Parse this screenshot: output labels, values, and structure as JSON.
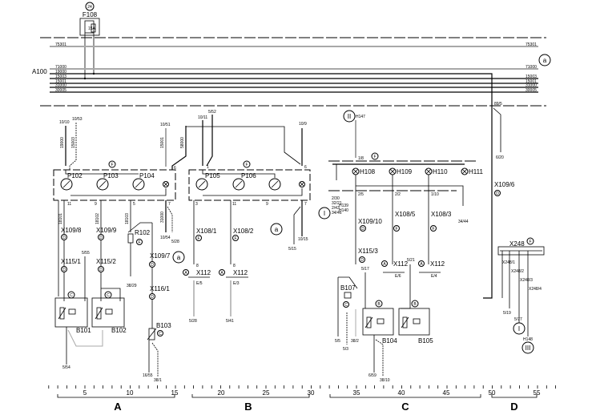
{
  "fuse": {
    "circle_label": "24",
    "name": "F108",
    "rating": "15A"
  },
  "bus": {
    "name": "A100",
    "left_labels": [
      "75301",
      "71000",
      "19000",
      "15003",
      "15001",
      "31000",
      "30005"
    ],
    "right_labels": [
      "75301",
      "71000",
      "15003",
      "15001",
      "31000",
      "30005"
    ],
    "ref_circle": "a"
  },
  "section_a": {
    "refs_top": [
      "10/10",
      "10/53",
      "10/51"
    ],
    "wires_top": [
      "19000",
      "15003",
      "15001",
      "58000"
    ],
    "cluster_label": "F",
    "gauges": [
      "P102",
      "P103",
      "P104"
    ],
    "pins": [
      "11",
      "9",
      "5",
      "7",
      "6"
    ],
    "connectors": [
      "X109/8",
      "X109/9",
      "X115/1",
      "X115/2",
      "X109/7",
      "X116/1"
    ],
    "connector_codes": [
      "D",
      "D",
      "D",
      "D",
      "D",
      "D"
    ],
    "resistor": "R102",
    "resistor_code": "F",
    "refs_bottom": [
      "10/54",
      "5/28",
      "5/55",
      "38/29",
      "5/54",
      "16/55",
      "38/1"
    ],
    "wire_codes": [
      "18101",
      "18102",
      "18103",
      "31000",
      "18100"
    ],
    "sensors": [
      "B101",
      "B102",
      "B103"
    ],
    "sensor_code": "C",
    "circle_a": "a"
  },
  "section_b": {
    "refs_top": [
      "10/11",
      "5/52",
      "10/9"
    ],
    "cluster_label": "F",
    "gauges": [
      "P105",
      "P106"
    ],
    "pins": [
      "3",
      "11",
      "9",
      "7",
      "1",
      "6"
    ],
    "connectors": [
      "X108/1",
      "X108/2"
    ],
    "connector_code": "F",
    "plug": "X112",
    "plug_code": "A",
    "plug_pins": [
      "8",
      "E/5",
      "8",
      "E/3"
    ],
    "refs_bottom": [
      "5/28",
      "5/41",
      "5/15",
      "10/15"
    ],
    "circle_a": "a",
    "circle_i": "I"
  },
  "section_c": {
    "top_circle": "II",
    "top_ref": "H147",
    "pin_top": "1/8",
    "bus_code": "F",
    "lamps": [
      "H108",
      "H109",
      "H110",
      "H111"
    ],
    "pins": [
      "2/5",
      "2/2",
      "1/10"
    ],
    "side_refs": [
      "2/30",
      "32/21",
      "2/43",
      "34/46"
    ],
    "circle_i": "I",
    "circle_i_refs": [
      "H139",
      "H140"
    ],
    "connectors": [
      "X109/10",
      "X108/5",
      "X108/3",
      "X115/3"
    ],
    "connector_codes": [
      "D",
      "F",
      "F",
      "D"
    ],
    "plug": "X112",
    "plug_code": "A",
    "plug_pins": [
      "E/6",
      "E/4"
    ],
    "switch": "B107",
    "switch_code": "C",
    "sensors": [
      "B104",
      "B105"
    ],
    "sensor_code": "B",
    "refs_bottom": [
      "5/17",
      "5/21",
      "5/5",
      "5/3",
      "38/2",
      "6/59",
      "38/10",
      "34/44"
    ]
  },
  "section_d": {
    "top_ref": "89/5",
    "side_ref": "6/20",
    "connector": "X109/6",
    "connector_code": "D",
    "block": "X248",
    "block_code": "F",
    "pins": [
      "X248/1",
      "X248/2",
      "X248/3",
      "X248/4"
    ],
    "refs_bottom": [
      "5/19",
      "5/77",
      "H148"
    ],
    "circle_i": "I",
    "circle_iii": "III"
  },
  "scale": {
    "numbers": [
      "5",
      "10",
      "15",
      "20",
      "25",
      "30",
      "35",
      "40",
      "45",
      "50",
      "55"
    ],
    "sections": [
      "A",
      "B",
      "C",
      "D"
    ]
  }
}
